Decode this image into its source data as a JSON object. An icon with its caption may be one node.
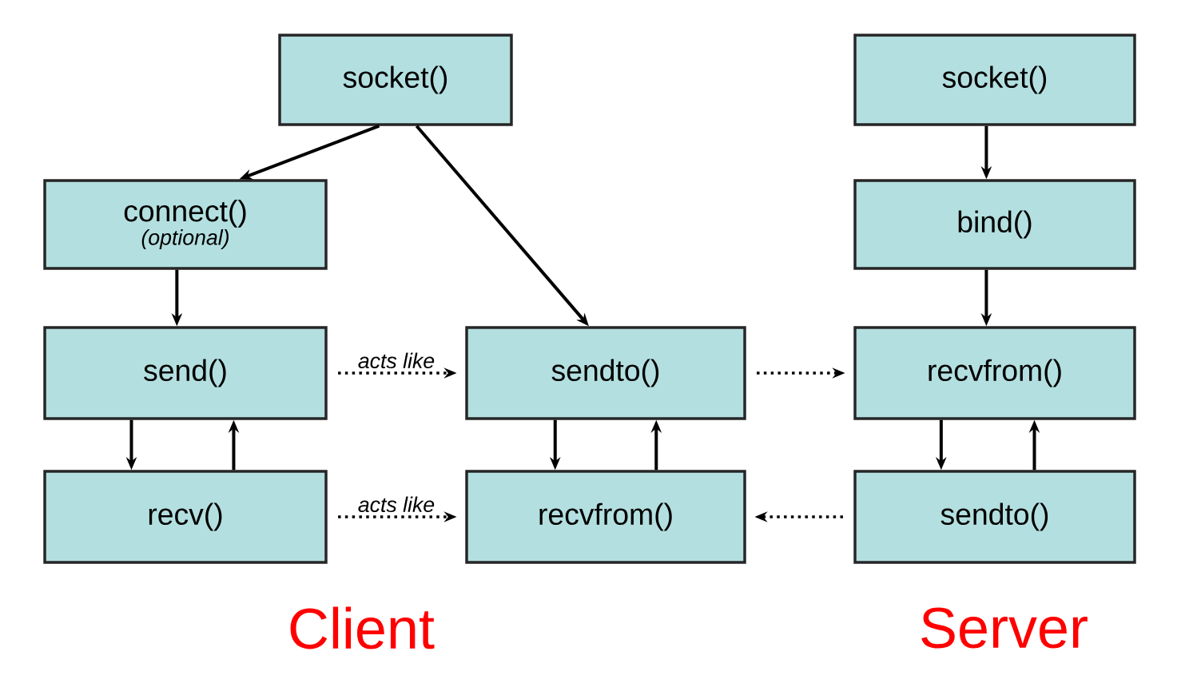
{
  "diagram": {
    "nodes": [
      {
        "text": [
          "socket()"
        ]
      },
      {
        "text": [
          "connect()",
          "(optional)"
        ]
      },
      {
        "text": [
          "send()"
        ]
      },
      {
        "text": [
          "recv()"
        ]
      },
      {
        "text": [
          "sendto()"
        ]
      },
      {
        "text": [
          "recvfrom()"
        ]
      },
      {
        "text": [
          "socket()"
        ]
      },
      {
        "text": [
          "bind()"
        ]
      },
      {
        "text": [
          "recvfrom()"
        ]
      },
      {
        "text": [
          "sendto()"
        ]
      }
    ],
    "edges": [
      {
        "from": 0,
        "to": 1,
        "arrow": "to"
      },
      {
        "from": 0,
        "to": 4,
        "arrow": "to"
      },
      {
        "from": 1,
        "to": 2,
        "arrow": "to"
      },
      {
        "from": 2,
        "to": 3,
        "arrow": "to"
      },
      {
        "from": 3,
        "to": 2,
        "arrow": "to"
      },
      {
        "from": 4,
        "to": 5,
        "arrow": "to"
      },
      {
        "from": 5,
        "to": 4,
        "arrow": "to"
      },
      {
        "from": 6,
        "to": 7,
        "arrow": "to"
      },
      {
        "from": 7,
        "to": 8,
        "arrow": "to"
      },
      {
        "from": 8,
        "to": 9,
        "arrow": "to"
      },
      {
        "from": 9,
        "to": 8,
        "arrow": "to"
      },
      {
        "from": 2,
        "to": 4,
        "arrow": "to",
        "style": "dashed",
        "label": "acts like"
      },
      {
        "from": 3,
        "to": 5,
        "arrow": "to",
        "style": "dashed",
        "label": "acts like"
      },
      {
        "from": 4,
        "to": 8,
        "arrow": "to",
        "style": "dashed"
      },
      {
        "from": 9,
        "to": 5,
        "arrow": "to",
        "style": "dashed"
      }
    ],
    "labels": [
      "Client",
      "Server"
    ]
  }
}
